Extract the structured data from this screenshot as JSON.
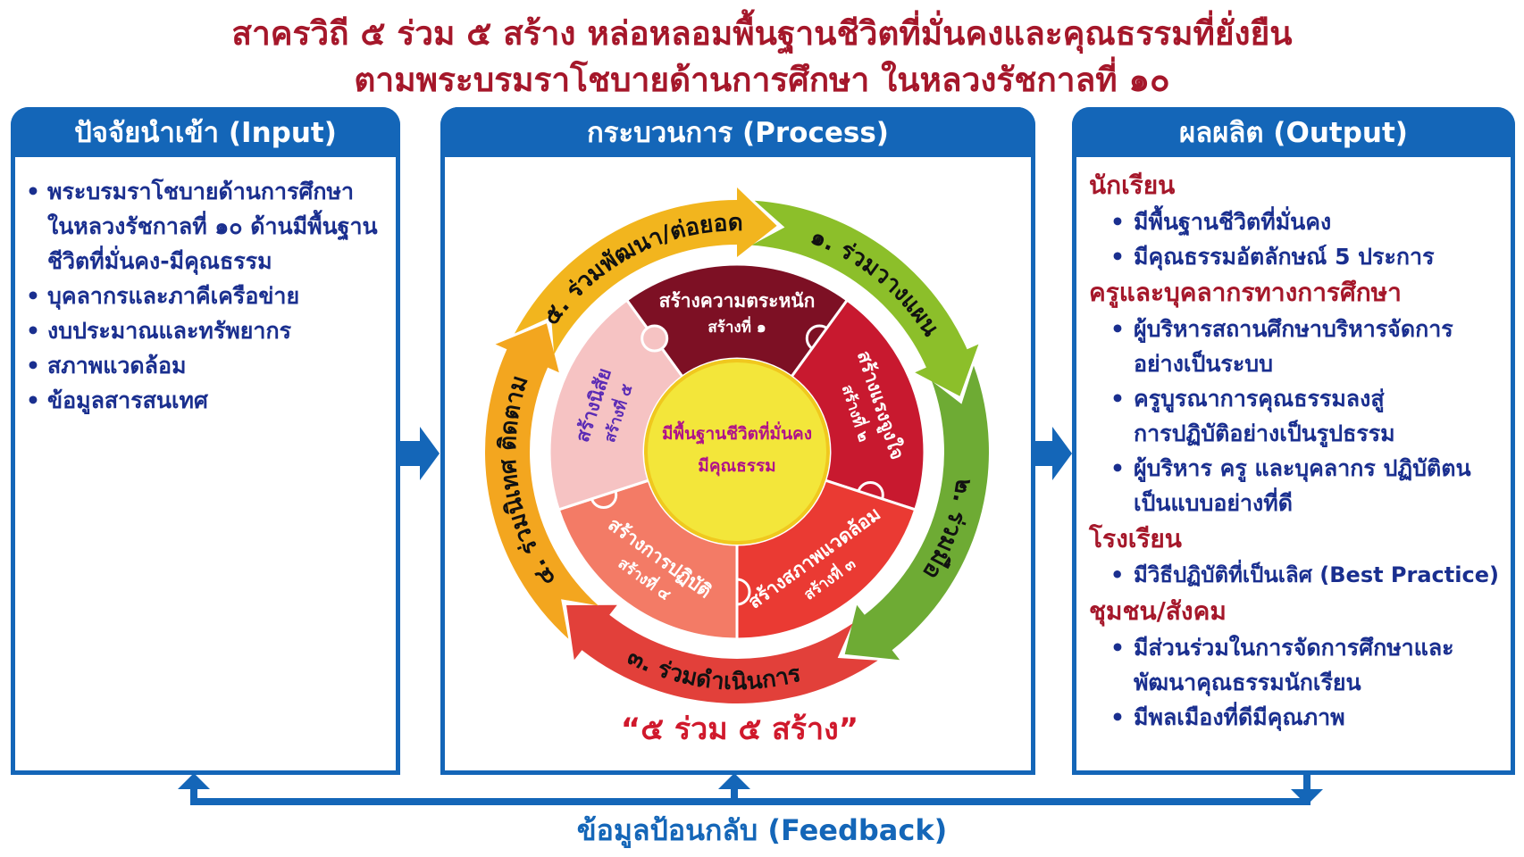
{
  "title": {
    "line1": "สาครวิถี ๕ ร่วม ๕ สร้าง หล่อหลอมพื้นฐานชีวิตที่มั่นคงและคุณธรรมที่ยั่งยืน",
    "line2": "ตามพระบรมราโชบายด้านการศึกษา ในหลวงรัชกาลที่ ๑๐"
  },
  "input": {
    "header": "ปัจจัยนำเข้า (Input)",
    "items": [
      "พระบรมราโชบายด้านการศึกษา",
      "บุคลากรและภาคีเครือข่าย",
      "งบประมาณและทรัพยากร",
      "สภาพแวดล้อม",
      "ข้อมูลสารสนเทศ"
    ],
    "item0_line2": "ในหลวงรัชกาลที่ ๑๐ ด้านมีพื้นฐาน",
    "item0_line3": "ชีวิตที่มั่นคง-มีคุณธรรม"
  },
  "process": {
    "header": "กระบวนการ (Process)",
    "ring": [
      {
        "label": "๑. ร่วมวางแผน",
        "color": "#8cbf2a"
      },
      {
        "label": "๒. ร่วมมือ",
        "color": "#6eab34"
      },
      {
        "label": "๓. ร่วมดำเนินการ",
        "color": "#e2403a"
      },
      {
        "label": "๔. ร่วมนิเทศ ติดตาม",
        "color": "#f3a61f"
      },
      {
        "label": "๕. ร่วมพัฒนา/ต่อยอด",
        "color": "#f2b51e"
      }
    ],
    "pieces": [
      {
        "no": "สร้างที่ ๑",
        "name": "สร้างความตระหนัก",
        "color": "#7d1024"
      },
      {
        "no": "สร้างที่ ๒",
        "name": "สร้างแรงจูงใจ",
        "color": "#c8192f"
      },
      {
        "no": "สร้างที่ ๓",
        "name": "สร้างสภาพแวดล้อม",
        "color": "#ea3a33"
      },
      {
        "no": "สร้างที่ ๔",
        "name": "สร้างการปฏิบัติ",
        "color": "#f37b66"
      },
      {
        "no": "สร้างที่ ๕",
        "name": "สร้างนิสัย",
        "color": "#f6c3c3"
      }
    ],
    "center_line1": "มีพื้นฐานชีวิตที่มั่นคง",
    "center_line2": "มีคุณธรรม",
    "slogan": "“๕ ร่วม ๕ สร้าง”"
  },
  "output": {
    "header": "ผลผลิต (Output)",
    "cat1": "นักเรียน",
    "cat1_items": [
      "มีพื้นฐานชีวิตที่มั่นคง",
      "มีคุณธรรมอัตลักษณ์ 5 ประการ"
    ],
    "cat2": "ครูและบุคลากรทางการศึกษา",
    "cat2_a1": "ผู้บริหารสถานศึกษาบริหารจัดการ",
    "cat2_a2": "อย่างเป็นระบบ",
    "cat2_b1": "ครูบูรณาการคุณธรรมลงสู่",
    "cat2_b2": "การปฏิบัติอย่างเป็นรูปธรรม",
    "cat2_c1": "ผู้บริหาร ครู และบุคลากร ปฏิบัติตน",
    "cat2_c2": "เป็นแบบอย่างที่ดี",
    "cat3": "โรงเรียน",
    "cat3_item": "มีวิธีปฏิบัติที่เป็นเลิศ (Best Practice)",
    "cat4": "ชุมชน/สังคม",
    "cat4_a1": "มีส่วนร่วมในการจัดการศึกษาและ",
    "cat4_a2": "พัฒนาคุณธรรมนักเรียน",
    "cat4_b": "มีพลเมืองที่ดีมีคุณภาพ"
  },
  "feedback": "ข้อมูลป้อนกลับ (Feedback)",
  "colors": {
    "blue": "#1466b8",
    "red_title": "#a5172a",
    "navy_text": "#1a2f8f",
    "center": "#f3e63a"
  }
}
